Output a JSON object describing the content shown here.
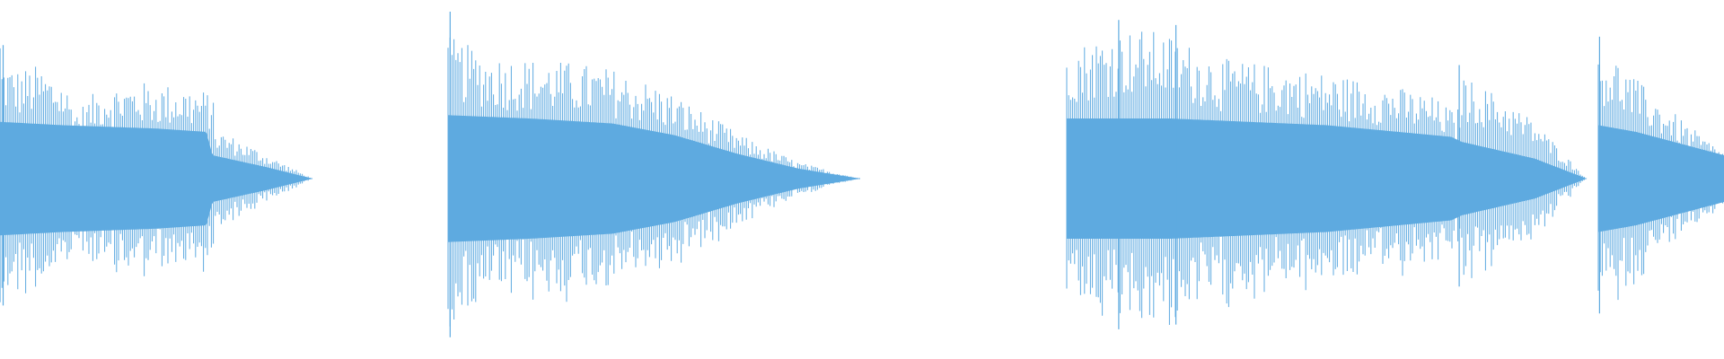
{
  "waveform": {
    "color": "#5eaae0",
    "background": "#ffffff",
    "clips": [
      {
        "id": "clip-1",
        "envelope": [
          [
            0,
            0.72
          ],
          [
            0.06,
            0.66
          ],
          [
            0.12,
            0.68
          ],
          [
            0.2,
            0.6
          ],
          [
            0.25,
            0.42
          ],
          [
            0.32,
            0.55
          ],
          [
            0.45,
            0.58
          ],
          [
            0.58,
            0.56
          ],
          [
            0.68,
            0.52
          ],
          [
            0.69,
            0.3
          ],
          [
            0.78,
            0.22
          ],
          [
            0.88,
            0.12
          ],
          [
            1,
            0.0
          ]
        ],
        "core": [
          [
            0,
            0.34
          ],
          [
            0.2,
            0.32
          ],
          [
            0.5,
            0.3
          ],
          [
            0.66,
            0.28
          ],
          [
            0.68,
            0.14
          ],
          [
            0.85,
            0.07
          ],
          [
            1,
            0.0
          ]
        ],
        "spikes": [
          [
            0.0,
            0.78
          ],
          [
            0.01,
            0.8
          ]
        ]
      },
      {
        "id": "clip-2",
        "envelope": [
          [
            0,
            0.86
          ],
          [
            0.03,
            0.82
          ],
          [
            0.1,
            0.75
          ],
          [
            0.2,
            0.72
          ],
          [
            0.3,
            0.7
          ],
          [
            0.4,
            0.66
          ],
          [
            0.52,
            0.55
          ],
          [
            0.62,
            0.4
          ],
          [
            0.72,
            0.25
          ],
          [
            0.85,
            0.1
          ],
          [
            1,
            0.0
          ]
        ],
        "core": [
          [
            0,
            0.38
          ],
          [
            0.2,
            0.36
          ],
          [
            0.4,
            0.33
          ],
          [
            0.55,
            0.26
          ],
          [
            0.7,
            0.15
          ],
          [
            0.85,
            0.06
          ],
          [
            1,
            0.0
          ]
        ],
        "spikes": [
          [
            0.005,
            1.0
          ]
        ]
      },
      {
        "id": "clip-3",
        "envelope": [
          [
            0,
            0.84
          ],
          [
            0.03,
            0.82
          ],
          [
            0.08,
            0.88
          ],
          [
            0.15,
            0.9
          ],
          [
            0.2,
            0.86
          ],
          [
            0.3,
            0.72
          ],
          [
            0.45,
            0.66
          ],
          [
            0.6,
            0.58
          ],
          [
            0.7,
            0.5
          ],
          [
            0.74,
            0.42
          ],
          [
            0.75,
            0.36
          ],
          [
            0.76,
            0.62
          ],
          [
            0.82,
            0.52
          ],
          [
            0.9,
            0.35
          ],
          [
            1,
            0.0
          ]
        ],
        "core": [
          [
            0,
            0.36
          ],
          [
            0.2,
            0.36
          ],
          [
            0.5,
            0.32
          ],
          [
            0.74,
            0.25
          ],
          [
            0.76,
            0.22
          ],
          [
            0.9,
            0.12
          ],
          [
            1,
            0.0
          ]
        ],
        "spikes": [
          [
            0.1,
            0.95
          ],
          [
            0.21,
            0.92
          ],
          [
            0.755,
            0.68
          ]
        ]
      },
      {
        "id": "clip-4",
        "envelope": [
          [
            0,
            0.8
          ],
          [
            0.05,
            0.78
          ],
          [
            0.15,
            0.72
          ],
          [
            0.3,
            0.6
          ],
          [
            0.5,
            0.46
          ],
          [
            0.75,
            0.3
          ],
          [
            1,
            0.16
          ]
        ],
        "core": [
          [
            0,
            0.32
          ],
          [
            0.3,
            0.28
          ],
          [
            0.6,
            0.22
          ],
          [
            1,
            0.14
          ]
        ],
        "spikes": [
          [
            0.01,
            0.85
          ]
        ]
      }
    ]
  }
}
